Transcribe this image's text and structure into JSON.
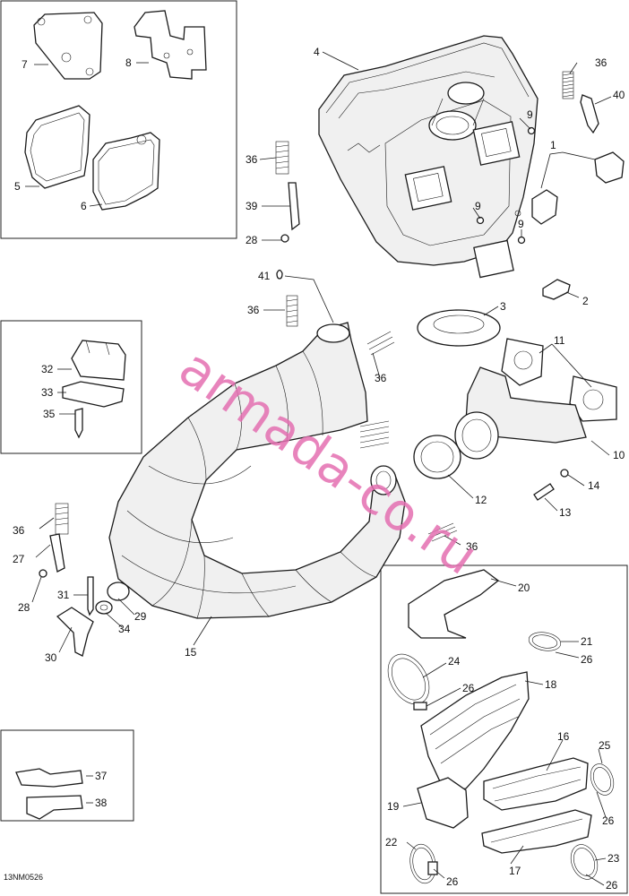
{
  "diagram": {
    "drawing_code": "13NM0526",
    "watermark": "armada-co.ru",
    "callouts": {
      "c1": "1",
      "c2": "2",
      "c3": "3",
      "c4": "4",
      "c5": "5",
      "c6": "6",
      "c7": "7",
      "c8": "8",
      "c9a": "9",
      "c9b": "9",
      "c9c": "9",
      "c10": "10",
      "c11": "11",
      "c12": "12",
      "c13": "13",
      "c14": "14",
      "c15": "15",
      "c16": "16",
      "c17": "17",
      "c18": "18",
      "c19": "19",
      "c20": "20",
      "c21": "21",
      "c22": "22",
      "c23": "23",
      "c24": "24",
      "c25": "25",
      "c26a": "26",
      "c26b": "26",
      "c26c": "26",
      "c26d": "26",
      "c26e": "26",
      "c27": "27",
      "c28a": "28",
      "c28b": "28",
      "c29": "29",
      "c30": "30",
      "c31": "31",
      "c32": "32",
      "c33": "33",
      "c34": "34",
      "c35": "35",
      "c36a": "36",
      "c36b": "36",
      "c36c": "36",
      "c36d": "36",
      "c36e": "36",
      "c36f": "36",
      "c37": "37",
      "c38": "38",
      "c39": "39",
      "c40": "40",
      "c41": "41"
    }
  }
}
